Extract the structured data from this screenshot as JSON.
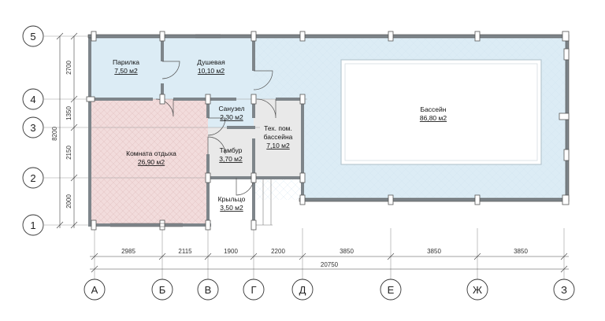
{
  "colors": {
    "wet_room": "#dcecf5",
    "lounge": "#f2dcdc",
    "service": "#e9e9e9",
    "pool_water": "#ffffff",
    "wall": "#9aa0a4",
    "line": "#333333"
  },
  "axes": {
    "rows": [
      "5",
      "4",
      "3",
      "2",
      "1"
    ],
    "cols": [
      "А",
      "Б",
      "В",
      "Г",
      "Д",
      "Е",
      "Ж",
      "З"
    ]
  },
  "dimensions": {
    "horizontal": [
      "2985",
      "2115",
      "1900",
      "2200",
      "3850",
      "3850",
      "3850"
    ],
    "horizontal_total": "20750",
    "vertical": [
      "2700",
      "1350",
      "2150",
      "2000"
    ],
    "vertical_total": "8200"
  },
  "rooms": [
    {
      "id": "parilka",
      "name": "Парилка",
      "area": "7,50 м2"
    },
    {
      "id": "dushevaya",
      "name": "Душевая",
      "area": "10,10 м2"
    },
    {
      "id": "sanuzel",
      "name": "Санузел",
      "area": "2,30 м2"
    },
    {
      "id": "tech",
      "name": "Тех. пом.",
      "name2": "бассейна",
      "area": "7,10 м2"
    },
    {
      "id": "basseyn",
      "name": "Бассейн",
      "area": "86,80 м2"
    },
    {
      "id": "komnata",
      "name": "Комната отдыха",
      "area": "26,90 м2"
    },
    {
      "id": "tambur",
      "name": "Тамбур",
      "area": "3,70 м2"
    },
    {
      "id": "kryltso",
      "name": "Крыльцо",
      "area": "3,50 м2"
    }
  ]
}
